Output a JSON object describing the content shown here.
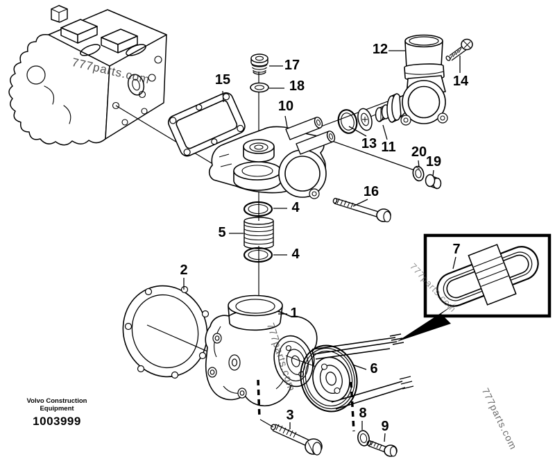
{
  "watermark": {
    "text": "777parts.com"
  },
  "footer": {
    "line1": "Volvo Construction",
    "line2": "Equipment",
    "part_number": "1003999"
  },
  "labels": {
    "n1": "1",
    "n2": "2",
    "n3": "3",
    "n4a": "4",
    "n4b": "4",
    "n5": "5",
    "n6": "6",
    "n7": "7",
    "n8": "8",
    "n9": "9",
    "n10": "10",
    "n11": "11",
    "n12": "12",
    "n13": "13",
    "n14": "14",
    "n15": "15",
    "n16": "16",
    "n17": "17",
    "n18": "18",
    "n19": "19",
    "n20": "20"
  }
}
